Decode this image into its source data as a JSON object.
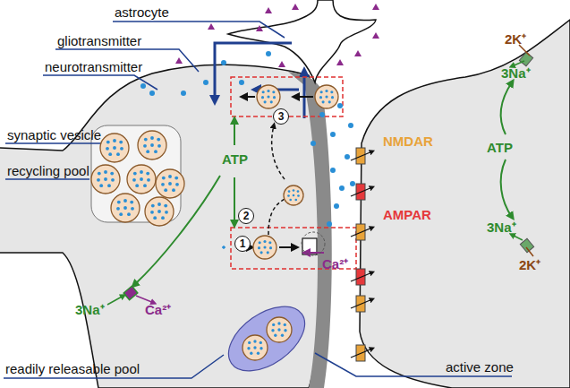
{
  "diagram": {
    "labels": [
      "astrocyte",
      "gliotransmitter",
      "neurotransmitter",
      "synaptic vesicle",
      "recycling pool",
      "3",
      "ATP",
      "2",
      "1",
      "Ca²⁺",
      "NMDAR",
      "AMPAR",
      "2K⁺",
      "3Na⁺",
      "ATP",
      "3Na⁺",
      "2K⁺",
      "3Na⁺",
      "Ca²⁺",
      "readily releasable pool",
      "active zone"
    ]
  }
}
